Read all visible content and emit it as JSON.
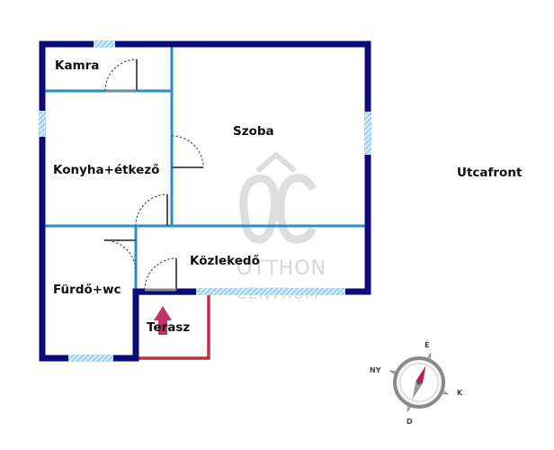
{
  "floorplan": {
    "rooms": {
      "kamra": "Kamra",
      "szoba": "Szoba",
      "konyha": "Konyha+étkező",
      "kozlekedo": "Közlekedő",
      "furdo": "Fürdő+wc",
      "terasz": "Terasz"
    },
    "street_label": "Utcafront"
  },
  "watermark": {
    "logo_letters": "ÔC",
    "line1": "OTTHON",
    "line2": "CENTRUM"
  },
  "compass": {
    "north": "É",
    "east": "K",
    "south": "D",
    "northwest": "NY"
  },
  "colors": {
    "outer_wall": "#0b0b7a",
    "inner_wall": "#2a8fc4",
    "window": "#9fd3ee",
    "terrace": "#c0303a",
    "compass_needle": "#c2185b"
  }
}
